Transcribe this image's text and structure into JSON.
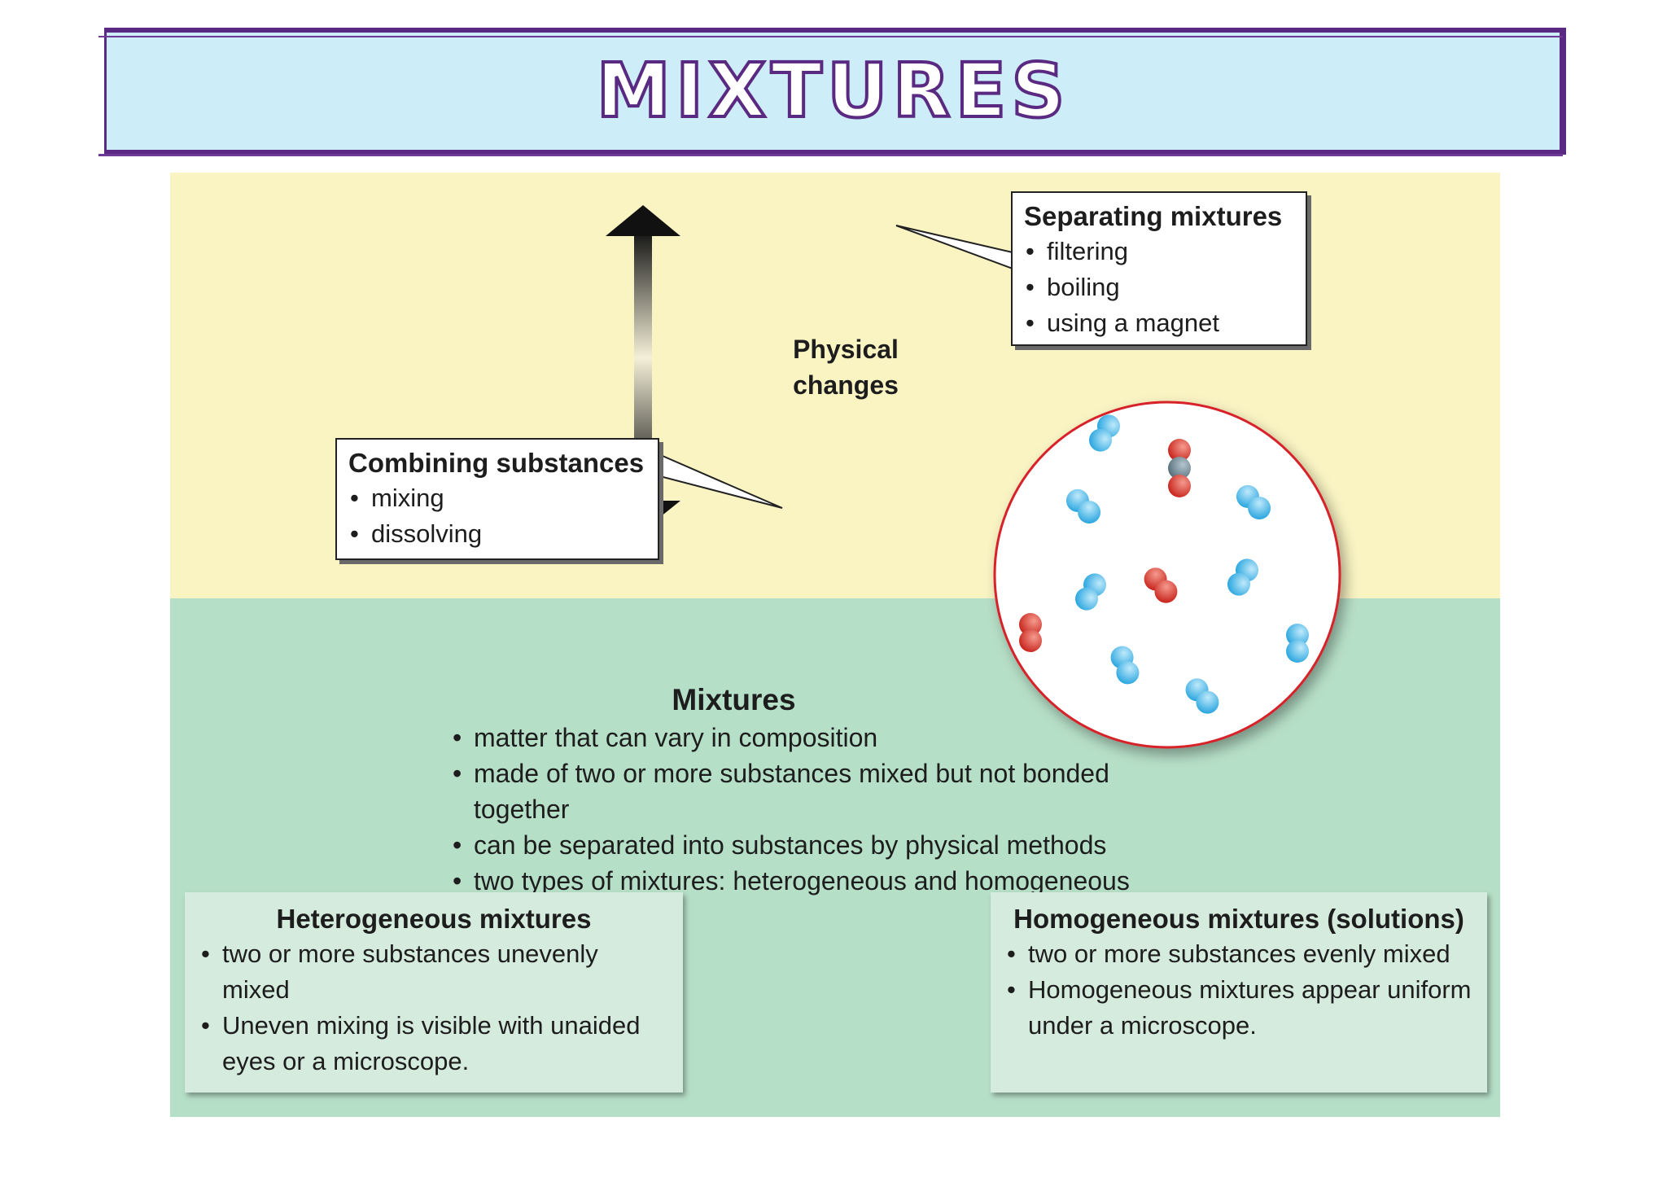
{
  "title": "MIXTURES",
  "physical_changes": [
    "Physical",
    "changes"
  ],
  "separating": {
    "title": "Separating mixtures",
    "items": [
      "filtering",
      "boiling",
      "using a magnet"
    ]
  },
  "combining": {
    "title": "Combining substances",
    "items": [
      "mixing",
      "dissolving"
    ]
  },
  "mixtures": {
    "title": "Mixtures",
    "items": [
      "matter that can vary in composition",
      "made of two or more substances mixed but not bonded together",
      "can be separated into substances by physical methods",
      "two types of mixtures: heterogeneous and homogeneous"
    ]
  },
  "heterogeneous": {
    "title": "Heterogeneous mixtures",
    "items": [
      "two or more substances unevenly mixed",
      "Uneven mixing is visible with unaided eyes or a microscope."
    ]
  },
  "homogeneous": {
    "title": "Homogeneous mixtures (solutions)",
    "items": [
      "two or more substances evenly mixed",
      "Homogeneous mixtures appear uniform under a microscope."
    ]
  },
  "colors": {
    "banner_fill": "#cdeef9",
    "banner_border": "#5a2a82",
    "yellow_zone": "#faf4c3",
    "green_zone": "#b6dfc7",
    "molecule_blue": "#3fb4e6",
    "molecule_red": "#d93a32",
    "molecule_gray": "#6f8a95",
    "circle_border": "#d8232a"
  },
  "molecules": [
    {
      "kind": "blue-pair"
    },
    {
      "kind": "red-gray-red"
    },
    {
      "kind": "blue-pair"
    },
    {
      "kind": "blue-pair"
    },
    {
      "kind": "blue-pair"
    },
    {
      "kind": "red-pair"
    },
    {
      "kind": "blue-pair"
    },
    {
      "kind": "red-pair"
    },
    {
      "kind": "blue-pair"
    },
    {
      "kind": "blue-pair"
    },
    {
      "kind": "blue-pair"
    }
  ]
}
